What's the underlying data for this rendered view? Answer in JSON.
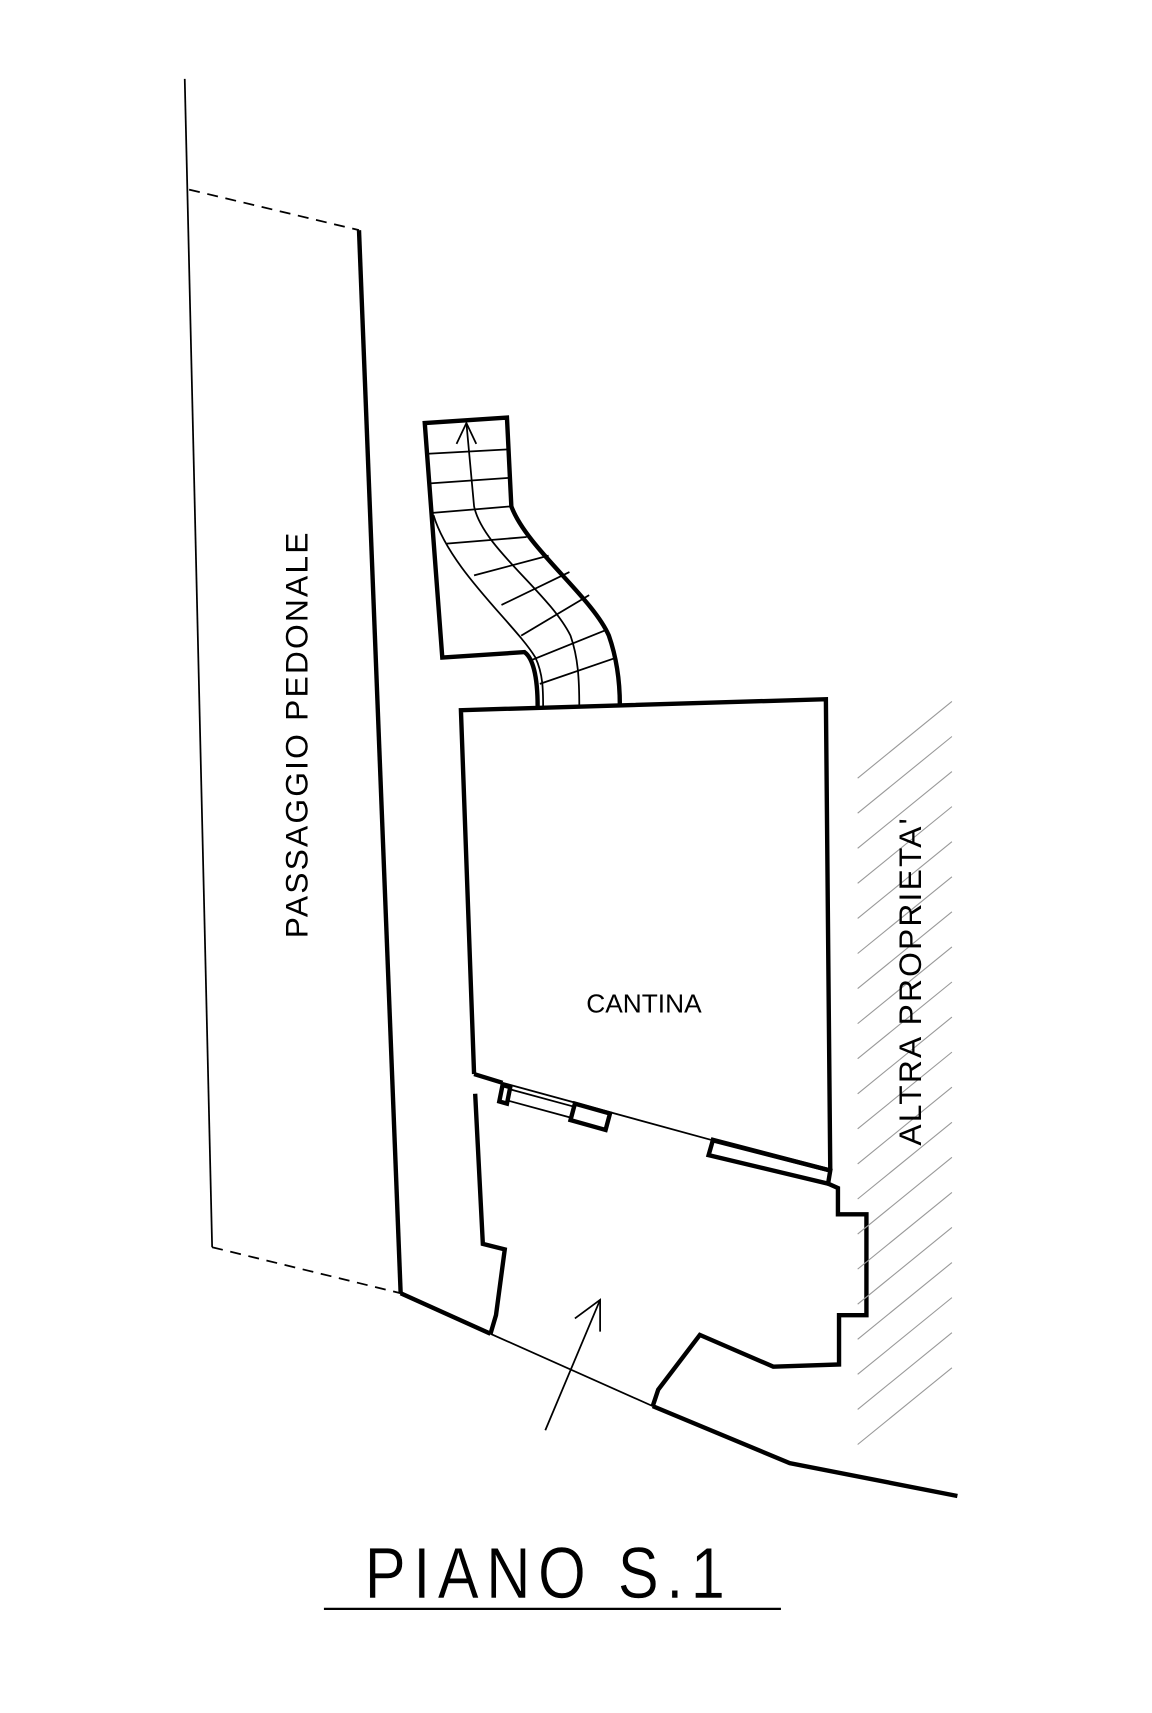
{
  "labels": {
    "passage": "PASSAGGIO PEDONALE",
    "room": "CANTINA",
    "neighbor": "ALTRA PROPRIETA'",
    "title": "PIANO S.1"
  },
  "colors": {
    "line": "#000000",
    "hatch": "#999999",
    "background": "#ffffff"
  }
}
